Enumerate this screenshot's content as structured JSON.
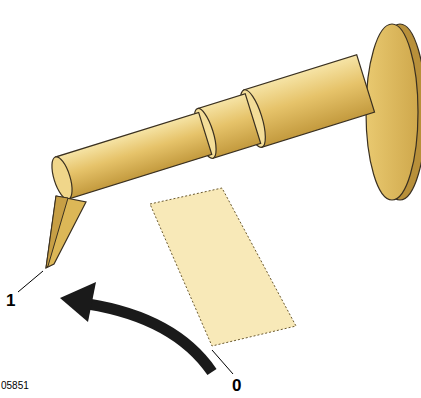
{
  "diagram": {
    "labels": [
      "1",
      "0",
      "05851"
    ]
  }
}
